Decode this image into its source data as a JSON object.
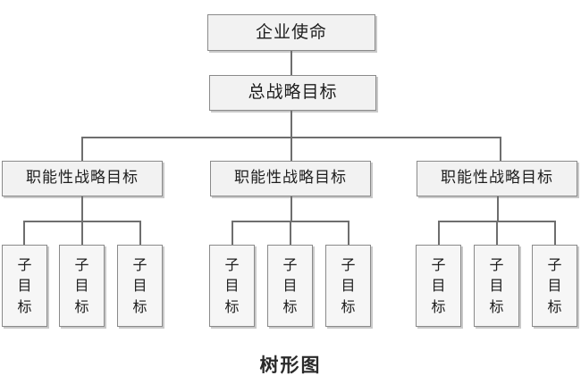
{
  "diagram": {
    "caption": "树形图",
    "colors": {
      "box_fill": "#f2f2f2",
      "leaf_fill": "#f6f6f6",
      "box_border": "#8a8a8a",
      "line": "#6e6e6e",
      "shadow": "#c9c9c9",
      "text": "#1d1d1d",
      "background": "#ffffff"
    },
    "levels": {
      "root": {
        "label": "企业使命"
      },
      "strategy": {
        "label": "总战略目标"
      },
      "functional": [
        {
          "label": "职能性战略目标"
        },
        {
          "label": "职能性战略目标"
        },
        {
          "label": "职能性战略目标"
        }
      ],
      "subgoals": [
        [
          {
            "label": "子目标"
          },
          {
            "label": "子目标"
          },
          {
            "label": "子目标"
          }
        ],
        [
          {
            "label": "子目标"
          },
          {
            "label": "子目标"
          },
          {
            "label": "子目标"
          }
        ],
        [
          {
            "label": "子目标"
          },
          {
            "label": "子目标"
          },
          {
            "label": "子目标"
          }
        ]
      ]
    }
  }
}
